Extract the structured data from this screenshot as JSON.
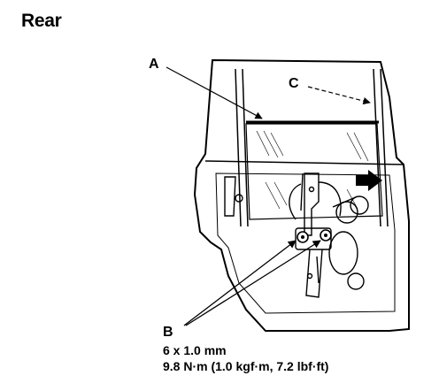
{
  "title": "Rear",
  "callouts": {
    "a": "A",
    "b": "B",
    "c": "C"
  },
  "spec": {
    "bolt_size": "6 x 1.0 mm",
    "torque": "9.8 N·m (1.0 kgf·m, 7.2 lbf·ft)"
  }
}
